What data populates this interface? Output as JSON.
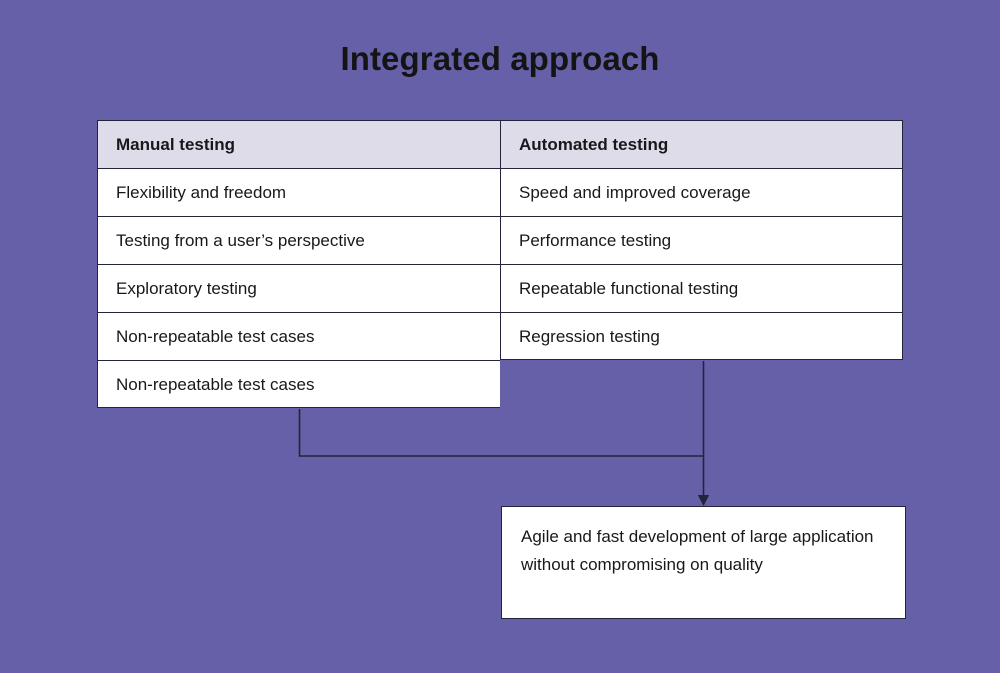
{
  "page": {
    "title": "Integrated approach",
    "background_color": "#6660a8",
    "text_color": "#18181b",
    "border_color": "#23233a",
    "header_background_color": "#dedce9",
    "cell_background_color": "#ffffff"
  },
  "table": {
    "columns": [
      {
        "header": "Manual testing"
      },
      {
        "header": "Automated testing"
      }
    ],
    "manual_testing_items": [
      "Flexibility and freedom",
      "Testing from a user’s perspective",
      "Exploratory testing",
      "Non-repeatable test cases",
      "Non-repeatable test cases"
    ],
    "automated_testing_items": [
      "Speed and improved coverage",
      "Performance testing",
      "Repeatable functional testing",
      "Regression testing"
    ]
  },
  "outcome": {
    "text": "Agile and fast development of large application without compromising on quality"
  },
  "connectors": {
    "left_branch_label": "manual-testing-connector",
    "right_branch_label": "automated-testing-connector",
    "arrow_target_label": "outcome-arrow"
  }
}
